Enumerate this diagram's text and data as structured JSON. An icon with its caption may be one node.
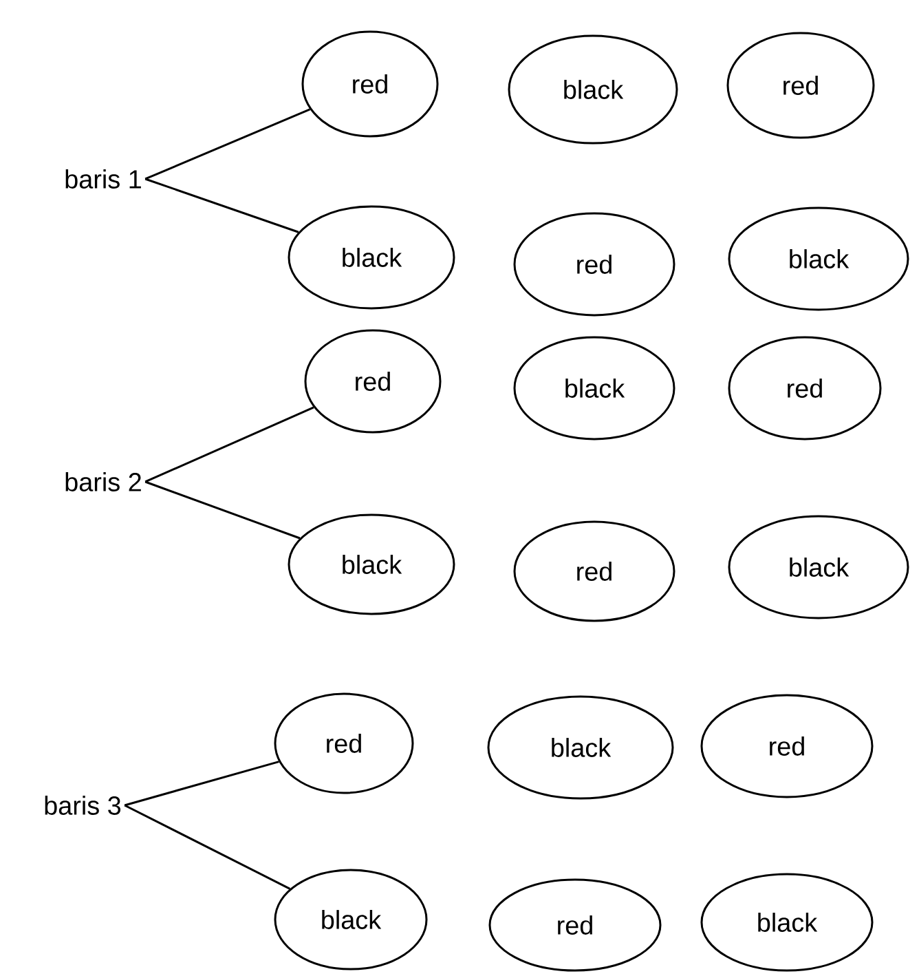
{
  "diagram": {
    "nodes": [
      {
        "text": [
          "baris 1"
        ]
      },
      {
        "text": [
          "red"
        ]
      },
      {
        "text": [
          "black"
        ]
      },
      {
        "text": [
          "red"
        ]
      },
      {
        "text": [
          "black"
        ]
      },
      {
        "text": [
          "red"
        ]
      },
      {
        "text": [
          "black"
        ]
      },
      {
        "text": [
          "baris 2"
        ]
      },
      {
        "text": [
          "red"
        ]
      },
      {
        "text": [
          "black"
        ]
      },
      {
        "text": [
          "red"
        ]
      },
      {
        "text": [
          "black"
        ]
      },
      {
        "text": [
          "red"
        ]
      },
      {
        "text": [
          "black"
        ]
      },
      {
        "text": [
          "baris 3"
        ]
      },
      {
        "text": [
          "red"
        ]
      },
      {
        "text": [
          "black"
        ]
      },
      {
        "text": [
          "red"
        ]
      },
      {
        "text": [
          "black"
        ]
      },
      {
        "text": [
          "red"
        ]
      },
      {
        "text": [
          "black"
        ]
      }
    ],
    "edges": [
      {
        "from": 0,
        "to": 1,
        "arrow": "none"
      },
      {
        "from": 0,
        "to": 4,
        "arrow": "none"
      },
      {
        "from": 7,
        "to": 8,
        "arrow": "none"
      },
      {
        "from": 7,
        "to": 11,
        "arrow": "none"
      },
      {
        "from": 14,
        "to": 15,
        "arrow": "none"
      },
      {
        "from": 14,
        "to": 18,
        "arrow": "none"
      }
    ]
  }
}
